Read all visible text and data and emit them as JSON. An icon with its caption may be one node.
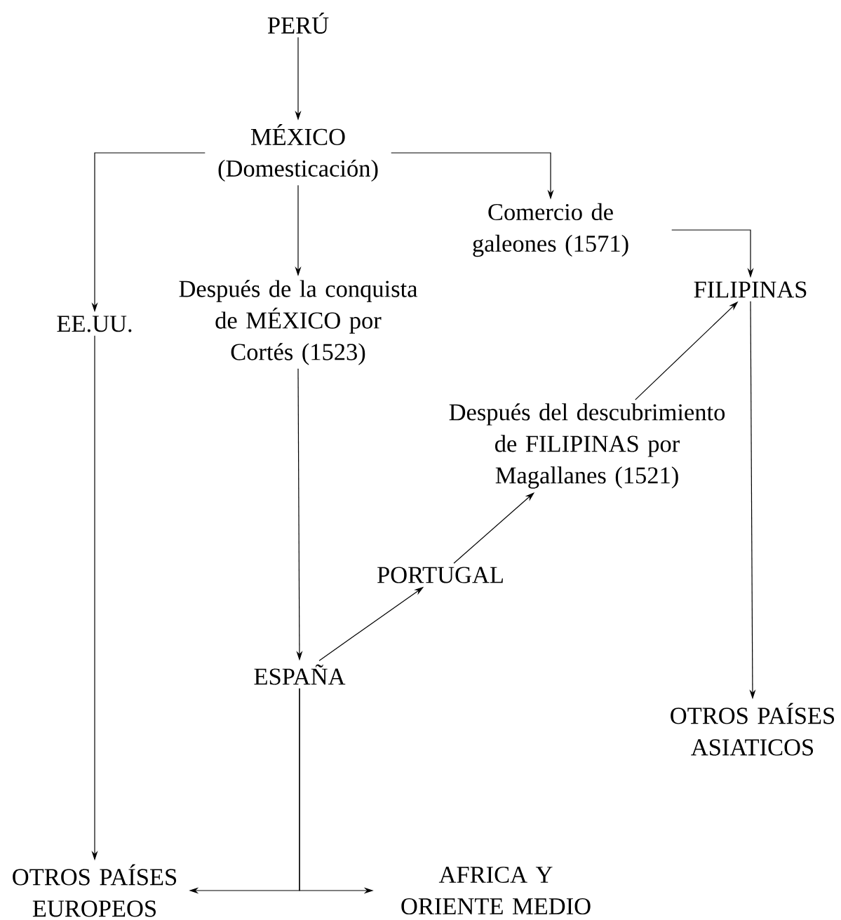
{
  "diagram": {
    "nodes": [
      {
        "text": [
          "PERÚ"
        ]
      },
      {
        "text": [
          "MÉXICO (Domesticación)"
        ]
      },
      {
        "text": [
          "Comercio de galeones (1571)"
        ]
      },
      {
        "text": [
          "EE.UU."
        ]
      },
      {
        "text": [
          "Después de la conquista de MÉXICO por Cortés (1523)"
        ]
      },
      {
        "text": [
          "FILIPINAS"
        ]
      },
      {
        "text": [
          "Después del descubrimiento de FILIPINAS por Magallanes (1521)"
        ]
      },
      {
        "text": [
          "PORTUGAL"
        ]
      },
      {
        "text": [
          "ESPAÑA"
        ]
      },
      {
        "text": [
          "OTROS PAÍSES ASIATICOS"
        ]
      },
      {
        "text": [
          "OTROS PAÍSES EUROPEOS"
        ]
      },
      {
        "text": [
          "AFRICA Y ORIENTE MEDIO"
        ]
      }
    ],
    "edges": [
      {
        "from": 0,
        "to": 1,
        "arrow": "to"
      },
      {
        "from": 1,
        "to": 3,
        "arrow": "to"
      },
      {
        "from": 1,
        "to": 4,
        "arrow": "to"
      },
      {
        "from": 1,
        "to": 2,
        "arrow": "to"
      },
      {
        "from": 2,
        "to": 5,
        "arrow": "to"
      },
      {
        "from": 4,
        "to": 8,
        "arrow": "to"
      },
      {
        "from": 8,
        "to": 7,
        "arrow": "to"
      },
      {
        "from": 7,
        "to": 6,
        "arrow": "to"
      },
      {
        "from": 6,
        "to": 5,
        "arrow": "to"
      },
      {
        "from": 5,
        "to": 9,
        "arrow": "to"
      },
      {
        "from": 3,
        "to": 10,
        "arrow": "to"
      },
      {
        "from": 8,
        "to": 10,
        "arrow": "to"
      },
      {
        "from": 8,
        "to": 11,
        "arrow": "to"
      }
    ]
  }
}
